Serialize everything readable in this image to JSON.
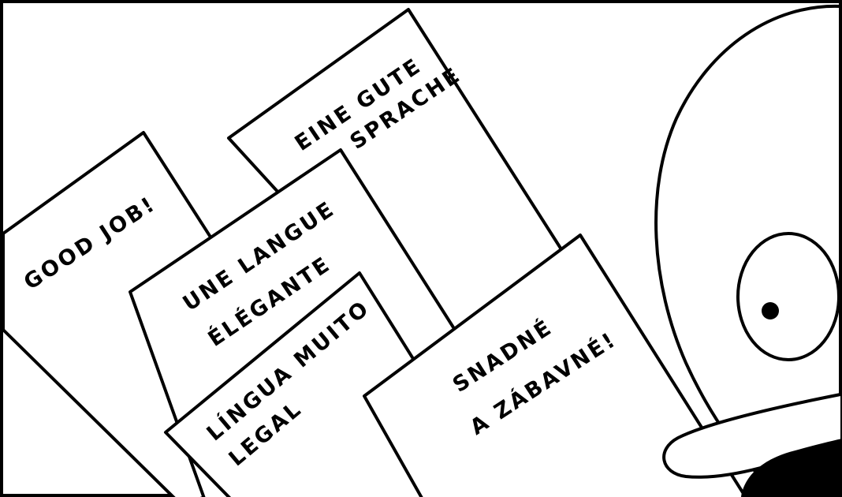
{
  "books": {
    "english": {
      "line1": "GOOD JOB!"
    },
    "german": {
      "line1": "EINE GUTE",
      "line2": "SPRACHE"
    },
    "french": {
      "line1": "UNE LANGUE",
      "line2": "ÉLÉGANTE"
    },
    "portuguese": {
      "line1": "LÍNGUA MUITO",
      "line2": "LEGAL"
    },
    "czech": {
      "line1": "SNADNÉ",
      "line2": "A ZÁBAVNÉ!"
    }
  }
}
